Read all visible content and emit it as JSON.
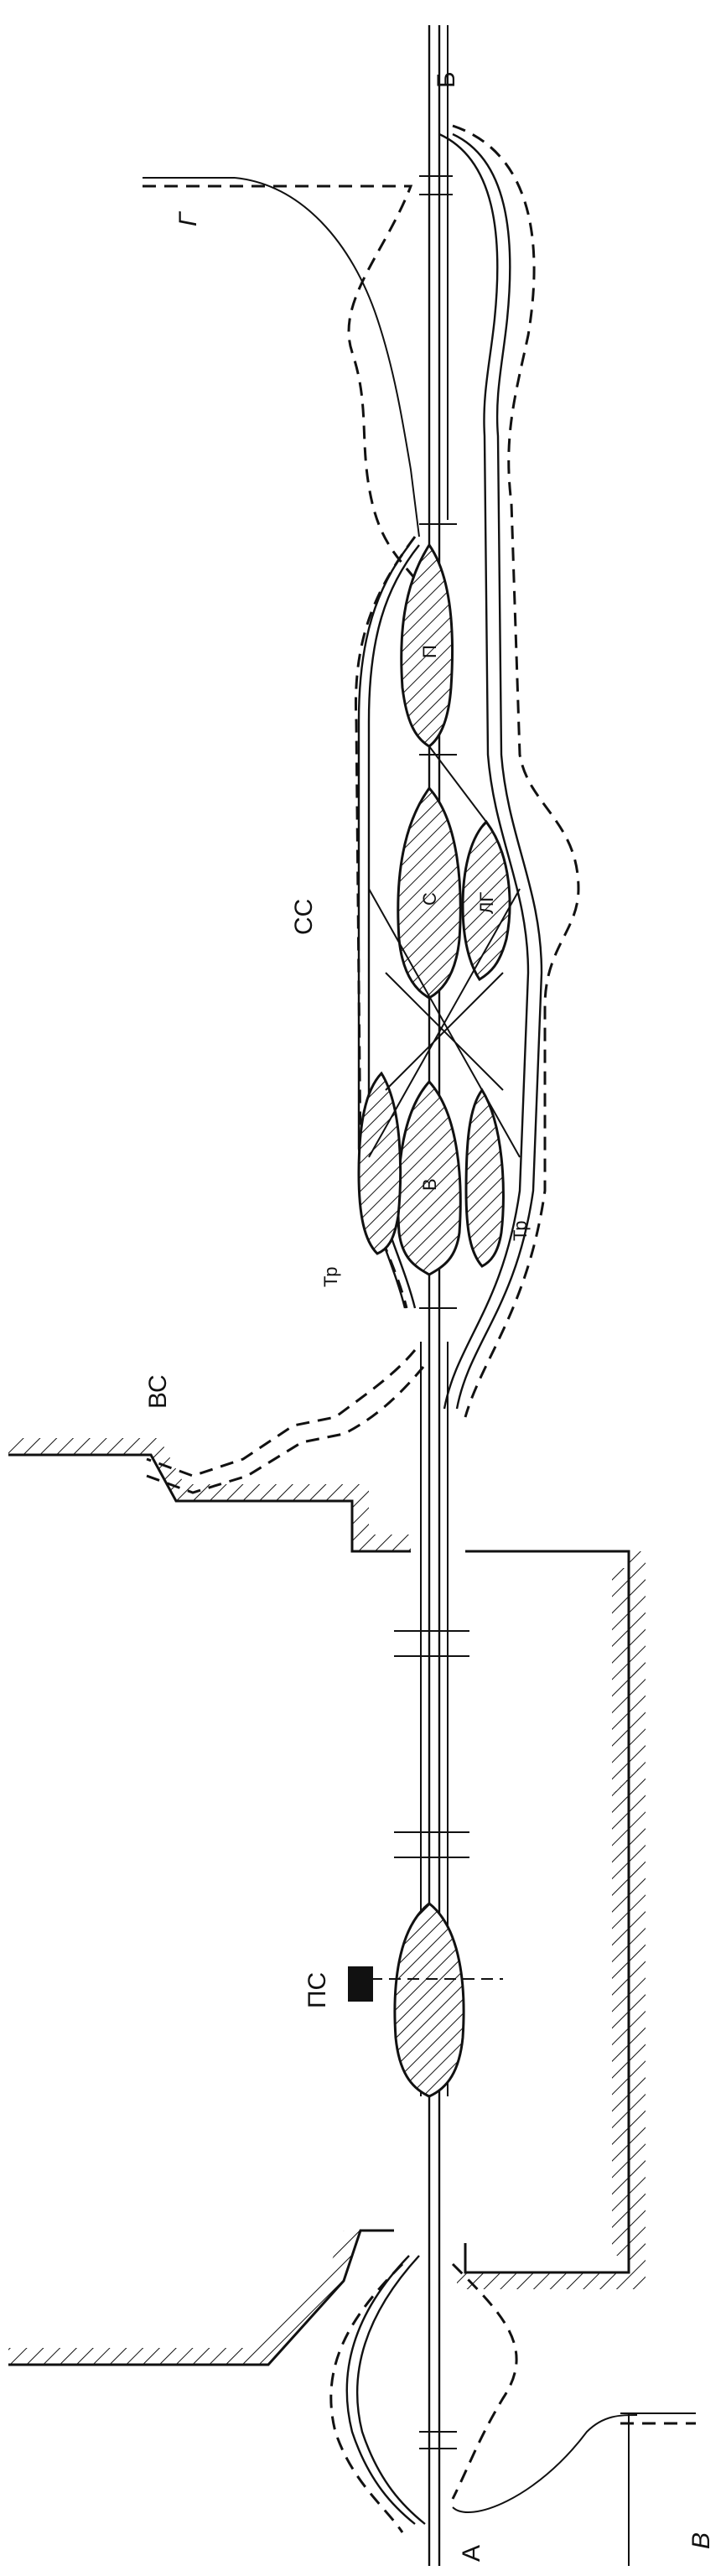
{
  "labels": {
    "a": "А",
    "b": "Б",
    "v": "В",
    "g": "Г",
    "ps": "ПС",
    "vs": "ВС",
    "ss": "СС",
    "tr_left": "Тр",
    "tr_right": "Тр",
    "chamber_v": "В",
    "chamber_s": "С",
    "chamber_p": "П",
    "chamber_lg": "ЛГ"
  }
}
